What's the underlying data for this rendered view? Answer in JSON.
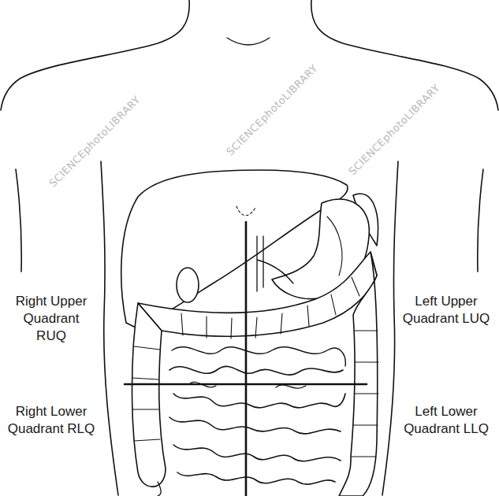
{
  "diagram": {
    "labels": [
      "Right Upper Quadrant RUQ",
      "Left Upper Quadrant LUQ",
      "Right Lower Quadrant RLQ",
      "Left Lower Quadrant LLQ",
      "SCIENCEphotoLIBRARY",
      "SCIENCEphotoLIBRARY",
      "SCIENCEphotoLIBRARY"
    ]
  }
}
